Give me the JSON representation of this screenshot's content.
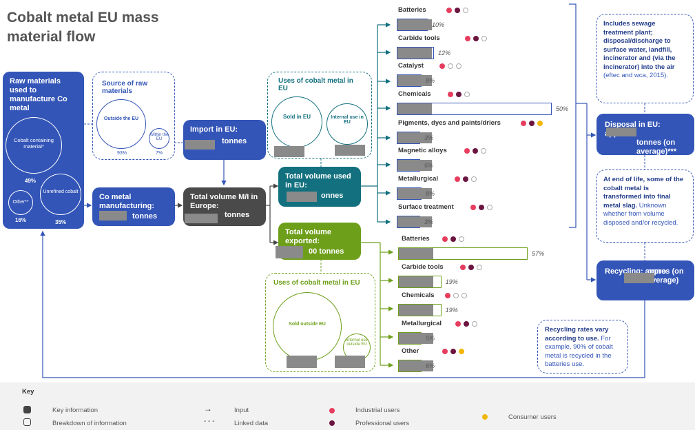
{
  "title": [
    "Cobalt metal EU mass",
    "material flow"
  ],
  "raw_box": {
    "title": "Raw materials used to manufacture Co metal",
    "circle_main": "Cobalt containing material*",
    "pct_main": "49%",
    "circle_other": "Other**",
    "pct_other": "16%",
    "circle_unrefined": "Unrefined cobalt",
    "pct_unrefined": "35%"
  },
  "source": {
    "title": "Source of raw materials",
    "outside": "Outside the EU",
    "outside_pct": "93%",
    "within": "Within the EU",
    "within_pct": "7%"
  },
  "import": {
    "label": "Import in EU:",
    "suffix": "tonnes"
  },
  "co_manuf": {
    "label": "Co metal manufacturing:",
    "suffix": "tonnes"
  },
  "total_mi": {
    "label": "Total volume M/I in Europe:",
    "suffix": "tonnes"
  },
  "uses_eu": {
    "title": "Uses of cobalt metal in EU",
    "sold": "Sold in EU",
    "internal": "Internal use in EU"
  },
  "total_used": {
    "label": "Total volume used in EU:",
    "suffix": "onnes"
  },
  "total_exported": {
    "label": "Total volume exported:",
    "suffix": "00 tonnes"
  },
  "uses_export": {
    "title": "Uses of cobalt metal in EU",
    "sold": "Sold outside EU",
    "internal": "Internal use outside EU"
  },
  "eu_uses": [
    {
      "name": "Batteries",
      "pct": "10%",
      "value": 10
    },
    {
      "name": "Carbide tools",
      "pct": "12%",
      "value": 12
    },
    {
      "name": "Catalyst",
      "pct": "8%",
      "value": 8
    },
    {
      "name": "Chemicals",
      "pct": "50%",
      "value": 50
    },
    {
      "name": "Pigments, dyes and paints/driers",
      "pct": "3%",
      "value": 3
    },
    {
      "name": "Magnetic alloys",
      "pct": "6%",
      "value": 6
    },
    {
      "name": "Metallurgical",
      "pct": "8%",
      "value": 8
    },
    {
      "name": "Surface treatment",
      "pct": "3%",
      "value": 3
    }
  ],
  "export_uses": [
    {
      "name": "Batteries",
      "pct": "57%",
      "value": 57
    },
    {
      "name": "Carbide tools",
      "pct": "19%",
      "value": 19
    },
    {
      "name": "Chemicals",
      "pct": "19%",
      "value": 19
    },
    {
      "name": "Metallurgical",
      "pct": "5%",
      "value": 5
    },
    {
      "name": "Other",
      "pct": "6%",
      "value": 6
    }
  ],
  "side": {
    "note1": "Includes sewage treatment plant; disposal/discharge to surface water, landfill, incinerator and (via the incinerator) into the air",
    "note1_ref": "(eftec and wca, 2015).",
    "disposal": "Disposal in EU: approx.",
    "disposal_suffix": "tonnes (on average)***",
    "note2_bold": "At end of life, some of the cobalt metal is transformed into final metal slag.",
    "note2": "Unknown whether from volume disposed and/or recycled.",
    "recycling": "Recycling: appro",
    "recycling_suffix": "onnes (on average)",
    "note3_bold": "Recycling rates vary according to use.",
    "note3": "For example, 90% of cobalt metal is recycled in the batteries use."
  },
  "key": {
    "title": "Key",
    "key_info": "Key information",
    "breakdown": "Breakdown of information",
    "input": "Input",
    "linked": "Linked data",
    "industrial": "Industrial users",
    "professional": "Professional users",
    "consumer": "Consumer users"
  },
  "colors": {
    "blue": "#3355b7",
    "dark": "#4a4a4a",
    "teal": "#13707f",
    "green": "#6e9f1a",
    "industrial": "#e63d5e",
    "professional": "#6b1540",
    "consumer": "#f2b705"
  }
}
